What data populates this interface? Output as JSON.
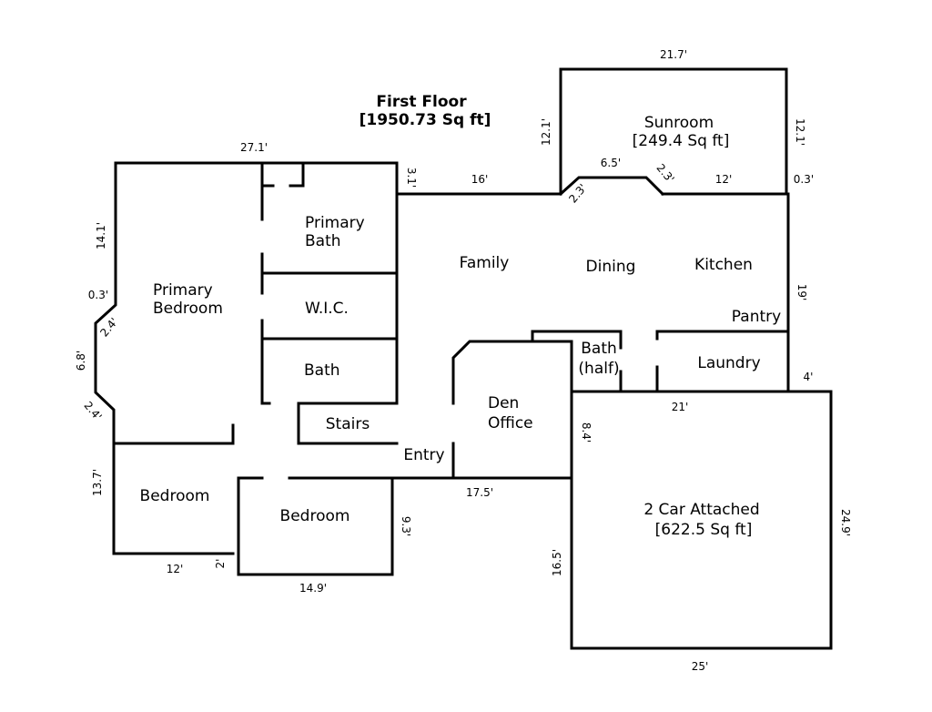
{
  "floor": {
    "title": "First Floor",
    "area": "[1950.73 Sq ft]"
  },
  "rooms": {
    "sunroom_name": "Sunroom",
    "sunroom_area": "[249.4 Sq ft]",
    "primary_bath_1": "Primary",
    "primary_bath_2": "Bath",
    "wic": "W.I.C.",
    "bath": "Bath",
    "primary_bedroom_1": "Primary",
    "primary_bedroom_2": "Bedroom",
    "family": "Family",
    "dining": "Dining",
    "kitchen": "Kitchen",
    "pantry": "Pantry",
    "half_bath_1": "Bath",
    "half_bath_2": "(half)",
    "laundry": "Laundry",
    "stairs": "Stairs",
    "den_1": "Den",
    "den_2": "Office",
    "entry": "Entry",
    "bedroom_left": "Bedroom",
    "bedroom_mid": "Bedroom",
    "garage_name": "2 Car Attached",
    "garage_area": "[622.5 Sq ft]"
  },
  "dimensions": {
    "sunroom_top": "21.7'",
    "sunroom_left": "12.1'",
    "sunroom_right": "12.1'",
    "bay_top": "6.5'",
    "bay_left_diag": "2.3'",
    "bay_right_diag": "2.3'",
    "wall_16": "16'",
    "wall_12": "12'",
    "wall_0_3_right": "0.3'",
    "wall_3_1": "3.1'",
    "top_27_1": "27.1'",
    "left_14_1": "14.1'",
    "left_0_3": "0.3'",
    "left_2_4_top": "2.4'",
    "left_6_8": "6.8'",
    "left_2_4_bottom": "2.4'",
    "left_13_7": "13.7'",
    "bottom_12": "12'",
    "bottom_2": "2'",
    "bottom_14_9": "14.9'",
    "bedroom_9_3": "9.3'",
    "entry_17_5": "17.5'",
    "den_8_4": "8.4'",
    "garage_16_5": "16.5'",
    "kitchen_19": "19'",
    "garage_4": "4'",
    "garage_21": "21'",
    "garage_24_9": "24.9'",
    "garage_25": "25'"
  }
}
